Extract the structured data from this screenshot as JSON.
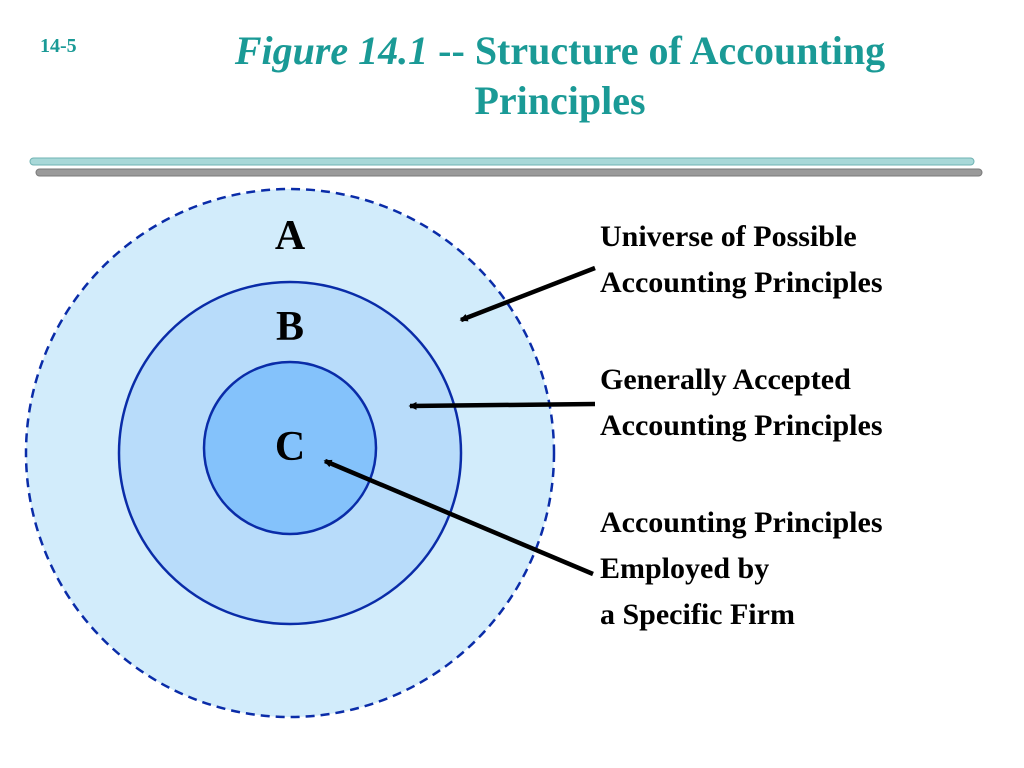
{
  "slide": {
    "number": "14-5",
    "title_italic": "Figure 14.1",
    "title_rest": " -- Structure of Accounting Principles"
  },
  "diagram": {
    "colors": {
      "outer_fill": "#d2ecfb",
      "middle_fill": "#b8dcfa",
      "inner_fill": "#84c2fb",
      "stroke": "#0a2ca8",
      "title": "#1a9a96",
      "rule_light": "#a8d8d8",
      "rule_dark": "#9a9a9a"
    },
    "circles": [
      {
        "letter": "A",
        "line": "dashed"
      },
      {
        "letter": "B",
        "line": "solid"
      },
      {
        "letter": "C",
        "line": "solid"
      }
    ],
    "labels": [
      {
        "line1": "Universe of Possible",
        "line2": "Accounting Principles"
      },
      {
        "line1": "Generally Accepted",
        "line2": "Accounting Principles"
      },
      {
        "line1": "Accounting Principles",
        "line2": "Employed by",
        "line3": "a Specific Firm"
      }
    ]
  }
}
